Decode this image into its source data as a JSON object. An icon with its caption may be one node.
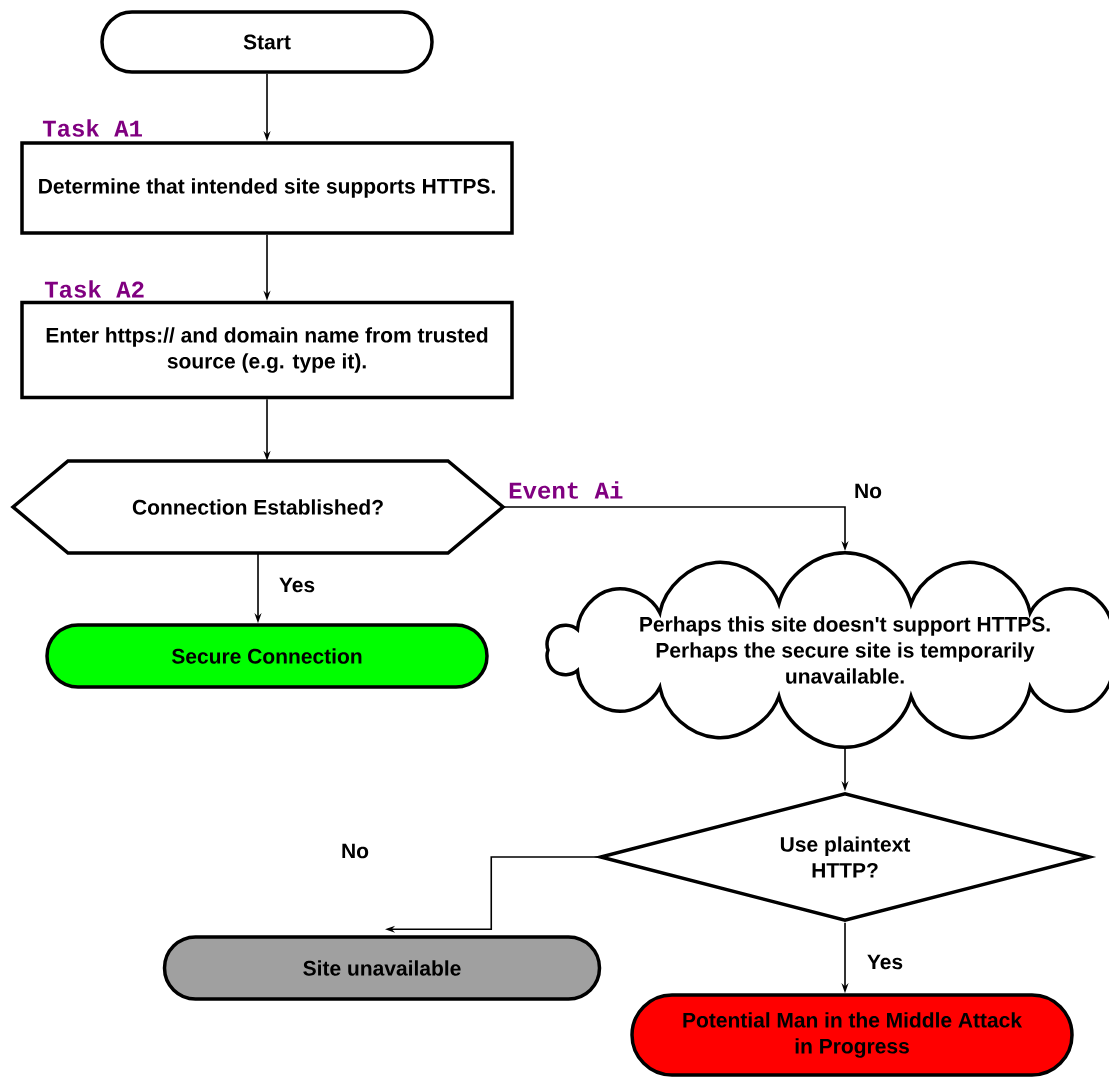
{
  "diagram": {
    "nodes": [
      {
        "text": [
          "Start"
        ]
      },
      {
        "text": [
          "Determine that intended site supports HTTPS."
        ],
        "beside": [
          "Task A1"
        ]
      },
      {
        "text": [
          "Enter https:// and domain name from trusted source (e.g. type it)."
        ],
        "beside": [
          "Task A2"
        ]
      },
      {
        "text": [
          "Connection Established?"
        ],
        "beside": [
          "Event Ai"
        ]
      },
      {
        "text": [
          "Secure Connection"
        ]
      },
      {
        "text": [
          "Perhaps this site doesn't support HTTPS. Perhaps the secure site is temporarily unavailable."
        ]
      },
      {
        "text": [
          "Use plaintext HTTP?"
        ]
      },
      {
        "text": [
          "Site unavailable"
        ]
      },
      {
        "text": [
          "Potential Man in the Middle Attack in Progress"
        ]
      }
    ],
    "edges": [
      {
        "from": 0,
        "to": 1,
        "arrow": "to"
      },
      {
        "from": 1,
        "to": 2,
        "arrow": "to"
      },
      {
        "from": 2,
        "to": 3,
        "arrow": "to"
      },
      {
        "from": 3,
        "to": 4,
        "arrow": "to",
        "label": "Yes"
      },
      {
        "from": 3,
        "to": 5,
        "arrow": "to",
        "label": "No"
      },
      {
        "from": 5,
        "to": 6,
        "arrow": "to"
      },
      {
        "from": 6,
        "to": 7,
        "arrow": "to",
        "label": "No"
      },
      {
        "from": 6,
        "to": 8,
        "arrow": "to",
        "label": "Yes"
      }
    ]
  }
}
